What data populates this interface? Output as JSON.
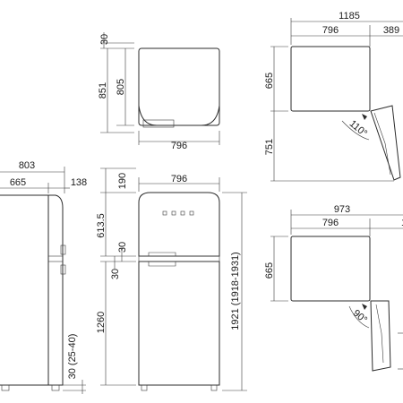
{
  "diagram": {
    "top_view": {
      "depth_total": "851",
      "depth_body": "805",
      "gap": "30",
      "width": "796"
    },
    "top_door_open_110": {
      "overall": "1185",
      "width": "796",
      "door_swing": "389",
      "depth_body": "665",
      "door_depth": "751",
      "angle": "110°"
    },
    "side_view": {
      "depth_total": "803",
      "depth_body": "665",
      "door": "138",
      "feet": "30 (25-40)"
    },
    "front_view": {
      "width": "796",
      "top": "190",
      "freezer_height": "613.5",
      "gap_upper": "30",
      "gap_lower": "30",
      "fridge_height": "1260",
      "total_height": "1921 (1918-1931)"
    },
    "top_door_open_90": {
      "overall": "973",
      "width": "796",
      "door": "1",
      "depth_body": "665",
      "angle": "90°"
    }
  }
}
